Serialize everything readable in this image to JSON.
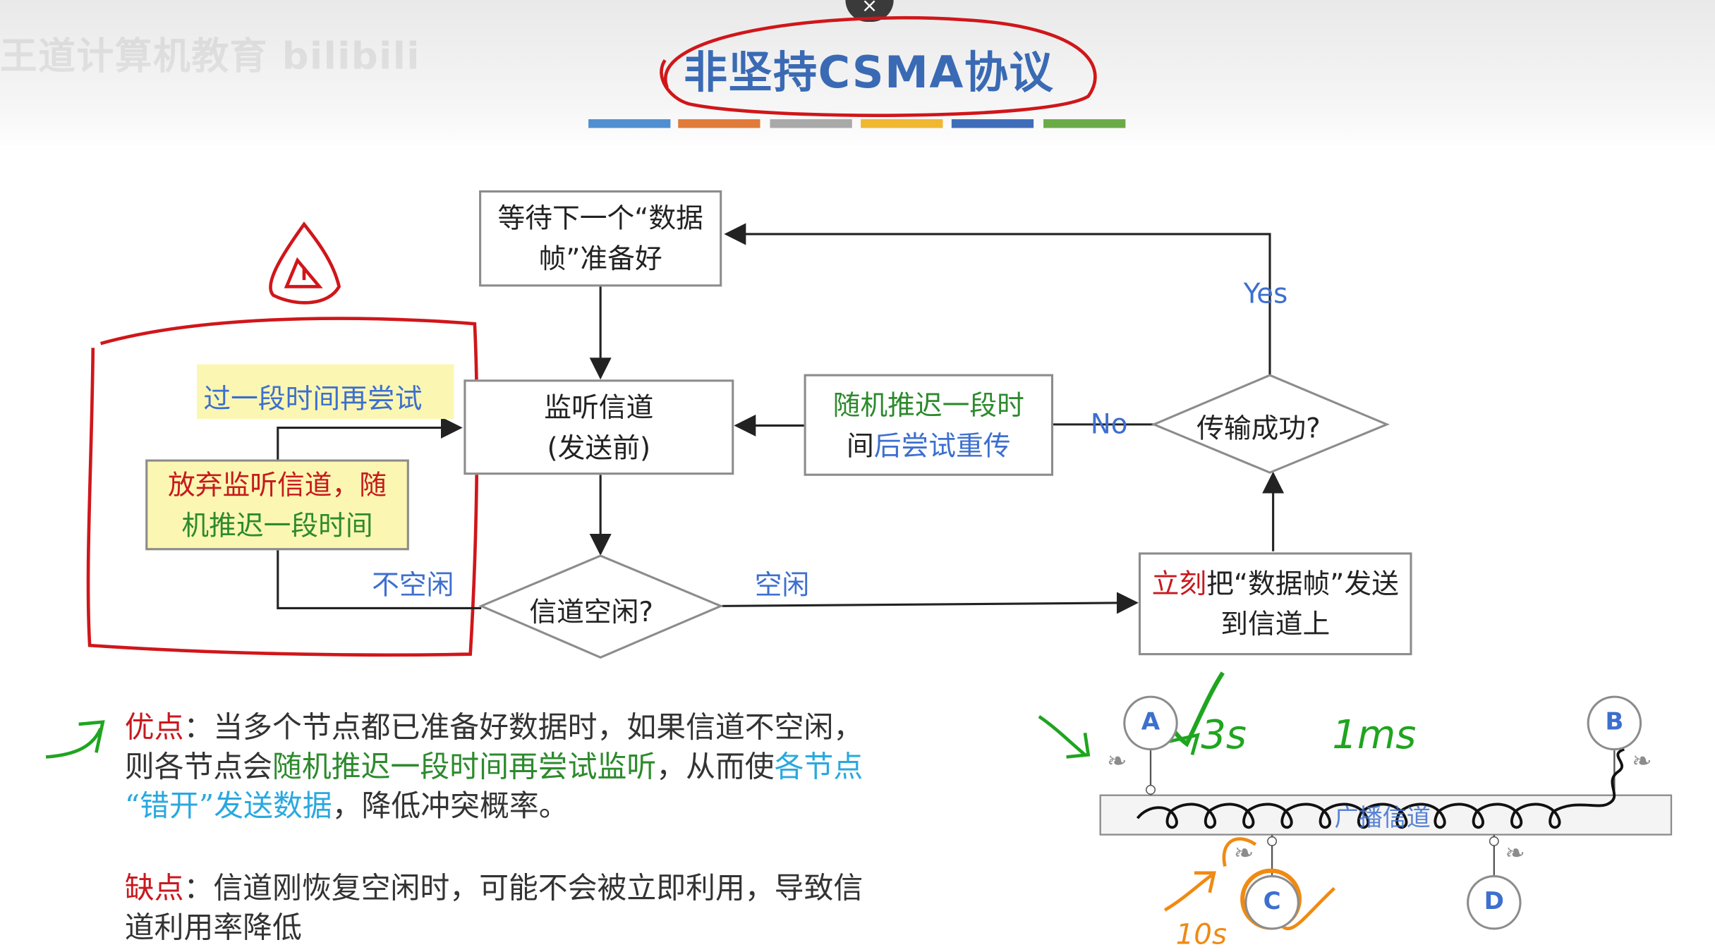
{
  "header": {
    "title": "非坚持CSMA协议",
    "watermark": "王道计算机教育 bilibili",
    "close_symbol": "×",
    "color_bar": [
      "#4f8fd1",
      "#e07b39",
      "#a9a9a9",
      "#f0b731",
      "#3f6db9",
      "#6aab47"
    ]
  },
  "flowchart": {
    "wait_box": "等待下一个“数据帧”准备好",
    "listen_box": [
      "监听信道",
      "(发送前)"
    ],
    "idle_decision": "信道空闲?",
    "send_box": {
      "prefix": "立刻",
      "rest": "把“数据帧”发送到信道上"
    },
    "success_decision": "传输成功?",
    "retry_box": {
      "green": "随机推迟一段时",
      "line2_dark": "间",
      "line2_blue": "后尝试重传"
    },
    "giveup_box": {
      "red": "放弃监听信道，随",
      "green": "机推迟一段时间"
    },
    "retry_later_label": "过一段时间再尝试",
    "label_busy": "不空闲",
    "label_idle": "空闲",
    "label_yes": "Yes",
    "label_no": "No"
  },
  "pros": {
    "label": "优点",
    "colon": "：",
    "text1": "当多个节点都已准备好数据时，如果信道不空闲，",
    "text2a": "则各节点会",
    "text2_green": "随机推迟一段时间再尝试监听",
    "text2b": "，从而使",
    "text2_cyan": "各节点",
    "text3_cyan": "“错开”发送数据",
    "text3b": "，降低冲突概率。"
  },
  "cons": {
    "label": "缺点",
    "colon": "：",
    "text1": "信道刚恢复空闲时，可能不会被立即利用，导致信",
    "text2": "道利用率降低"
  },
  "bus": {
    "nodes": [
      "A",
      "B",
      "C",
      "D"
    ],
    "bus_label": "广播信道",
    "annot_a": "3s",
    "annot_b": "1ms",
    "annot_c": "10s"
  }
}
